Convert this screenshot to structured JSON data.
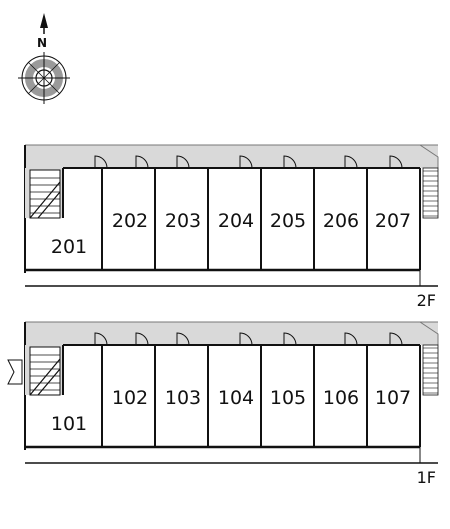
{
  "compass": {
    "north_letter": "N",
    "icon": "compass-rose-icon"
  },
  "floors": [
    {
      "id": "2F",
      "label": "2F",
      "rooms": [
        "201",
        "202",
        "203",
        "204",
        "205",
        "206",
        "207"
      ]
    },
    {
      "id": "1F",
      "label": "1F",
      "rooms": [
        "101",
        "102",
        "103",
        "104",
        "105",
        "106",
        "107"
      ]
    }
  ],
  "colors": {
    "corridor": "#d9d9d9",
    "wall": "#111111",
    "compass_gray": "#9a9a9a"
  }
}
